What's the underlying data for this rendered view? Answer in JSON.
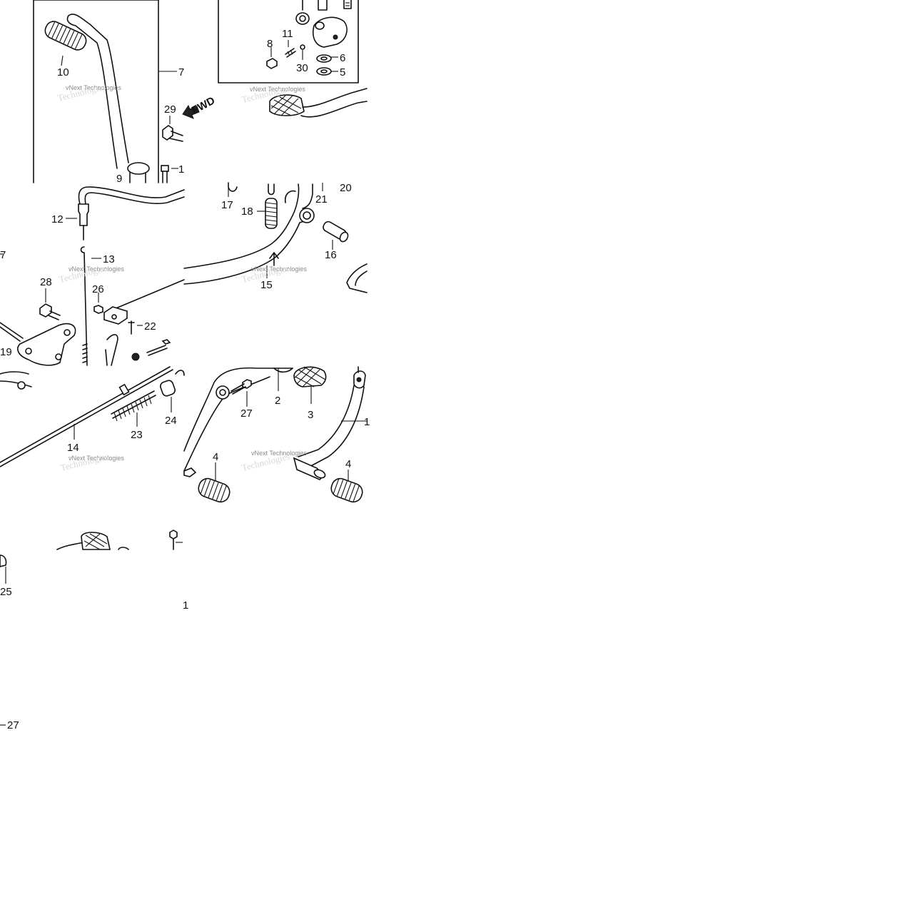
{
  "diagram": {
    "callouts": [
      "10",
      "7",
      "29",
      "9",
      "1",
      "12",
      "13",
      "28",
      "26",
      "22",
      "19",
      "14",
      "23",
      "24",
      "25",
      "27",
      "8",
      "11",
      "30",
      "6",
      "5",
      "17",
      "18",
      "21",
      "20",
      "16",
      "15",
      "2",
      "27",
      "3",
      "1",
      "4",
      "4",
      "7",
      "1"
    ],
    "fwd_label": "FWD",
    "watermark_small": "vNext Technologies",
    "watermark_big": "Technologies"
  },
  "colors": {
    "ink": "#111111",
    "background": "#ffffff",
    "watermark": "#8a8a8a"
  }
}
